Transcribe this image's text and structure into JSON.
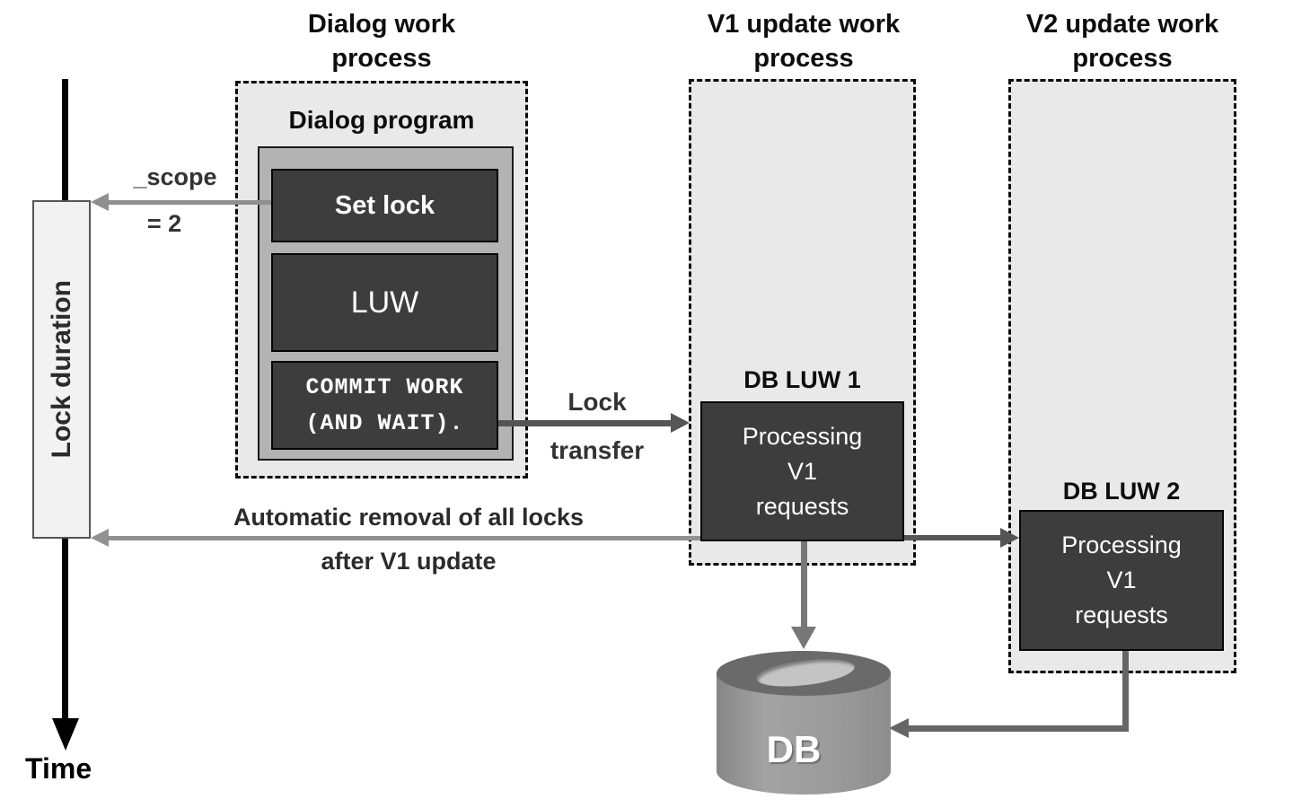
{
  "columns": {
    "dialog": {
      "title": "Dialog work process"
    },
    "v1": {
      "title": "V1 update work process"
    },
    "v2": {
      "title": "V2 update work process"
    }
  },
  "dialog_program": {
    "title": "Dialog program",
    "set_lock": "Set lock",
    "luw": "LUW",
    "commit": {
      "line1": "COMMIT WORK",
      "line2": "(AND WAIT)."
    }
  },
  "db_luw1": {
    "label": "DB LUW 1",
    "lines": [
      "Processing",
      "V1",
      "requests"
    ]
  },
  "db_luw2": {
    "label": "DB LUW 2",
    "lines": [
      "Processing",
      "V1",
      "requests"
    ]
  },
  "annotations": {
    "scope": {
      "line1": "_scope",
      "line2": "= 2"
    },
    "lock_transfer": {
      "line1": "Lock",
      "line2": "transfer"
    },
    "auto_removal": {
      "line1": "Automatic removal of all locks",
      "line2": "after V1 update"
    }
  },
  "axis": {
    "lock_duration": "Lock duration",
    "time": "Time"
  },
  "database": {
    "label": "DB"
  },
  "colors": {
    "dark_box": "#3d3d3d",
    "dashed_fill": "#e9e9e9",
    "program_fill": "#b3b3b3",
    "bar_fill": "#f2f2f2",
    "arrow_light": "#8f8f8f",
    "arrow_dark": "#555555",
    "elbow_arrow": "#666666",
    "cylinder_body": "#999999",
    "cylinder_top": "#6a6a6a",
    "cylinder_hole": "#c4c4c4",
    "time_axis": "#000000"
  }
}
